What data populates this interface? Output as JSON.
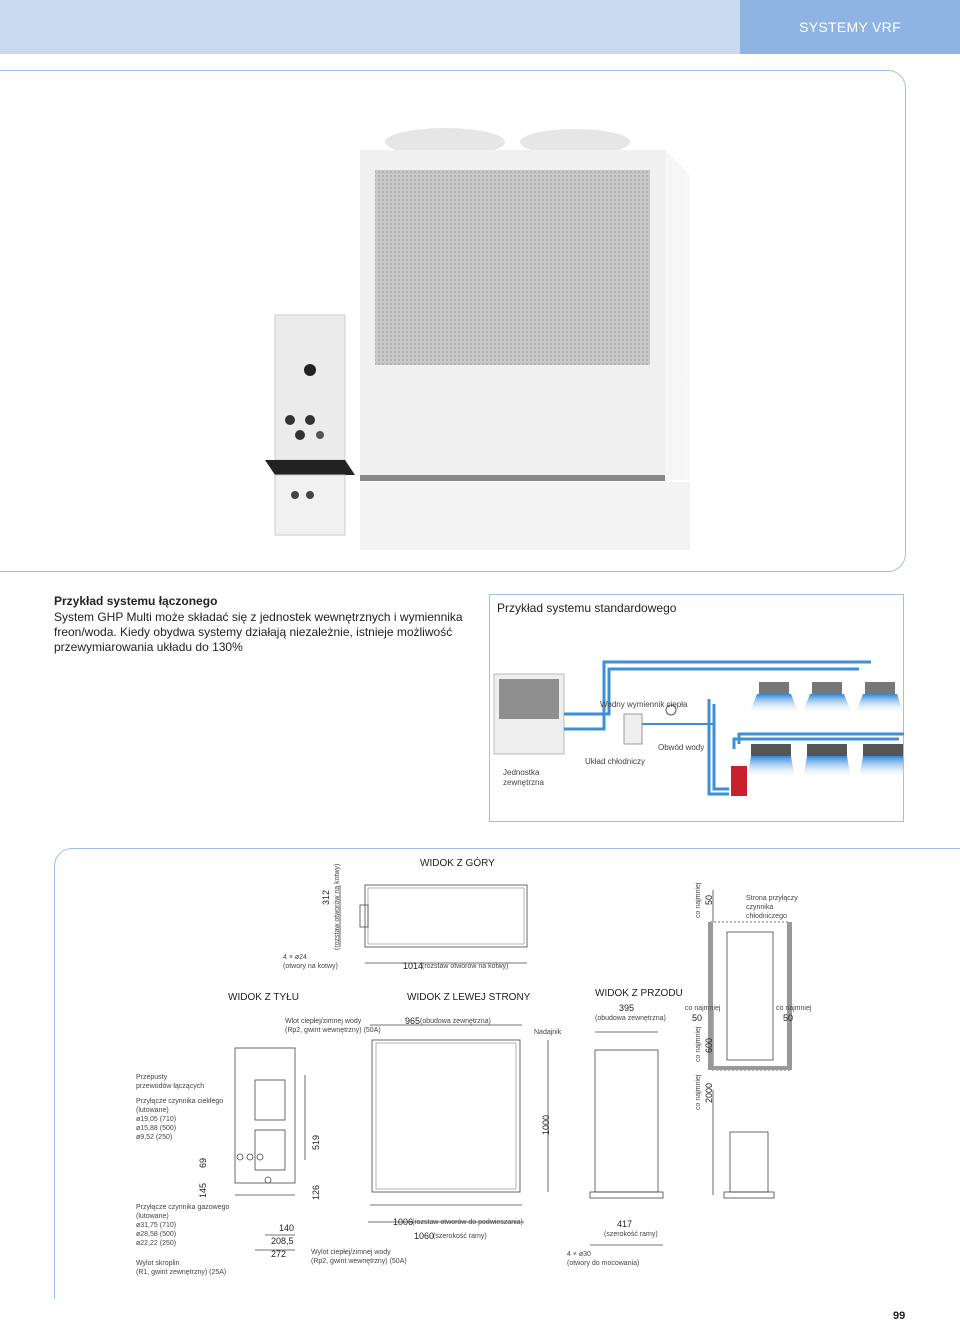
{
  "header": {
    "section_label": "SYSTEMY VRF"
  },
  "intro": {
    "title": "Przykład systemu łączonego",
    "text": "System GHP Multi może składać się z jednostek wewnętrznych i wymiennika freon/woda. Kiedy obydwa systemy działają niezależnie, istnieje możliwość przewymiarowania układu do 130%"
  },
  "standard_system": {
    "title": "Przykład systemu standardowego",
    "labels": {
      "heat_exchanger": "Wodny wymiennik ciepła",
      "outdoor_unit": "Jednostka zewnętrzna",
      "cooling_system": "Układ chłodniczy",
      "water_circuit": "Obwód wody"
    }
  },
  "drawings": {
    "top_view": {
      "title": "WIDOK Z GÓRY",
      "dim_312": "312",
      "dim_312_note": "(rozstaw otworów na kotwy)",
      "anchor_holes": "4 × ø24",
      "anchor_holes_note": "(otwory na kotwy)",
      "dim_1014": "1014",
      "dim_1014_note": "(rozstaw otworów na kotwy)"
    },
    "rear_view": {
      "title": "WIDOK Z TYŁU",
      "inlet": "Wlot ciepłej/zimnej wody",
      "inlet_note": "(Rp2, gwint wewnętrzny) (50A)",
      "passages": "Przepusty",
      "passages_2": "przewodów łączących",
      "liquid_conn": "Przyłącze czynnika ciekłego",
      "liquid_conn_2": "(lutowane)",
      "liquid_d1": "ø19,05 (710)",
      "liquid_d2": "ø15,88 (500)",
      "liquid_d3": "ø9,52 (250)",
      "gas_conn": "Przyłącze czynnika gazowego",
      "gas_conn_2": "(lutowane)",
      "gas_d1": "ø31,75 (710)",
      "gas_d2": "ø28,58 (500)",
      "gas_d3": "ø22,22 (250)",
      "drain": "Wylot skroplin",
      "drain_note": "(R1, gwint zewnętrzny) (25A)",
      "outlet": "Wylot ciepłej/zimnej wody",
      "outlet_note": "(Rp2, gwint wewnętrzny) (50A)",
      "dim_69": "69",
      "dim_145": "145",
      "dim_519": "519",
      "dim_126": "126",
      "dim_140": "140",
      "dim_208": "208,5",
      "dim_272": "272"
    },
    "left_view": {
      "title": "WIDOK Z LEWEJ STRONY",
      "dim_965": "965",
      "dim_965_note": "(obudowa zewnętrzna)",
      "dim_1000": "1000",
      "dim_1006": "1006",
      "dim_1006_note": "(rozstaw otworów do podwieszania)",
      "dim_1060": "1060",
      "dim_1060_note": "(szerokość ramy)",
      "sender": "Nadajnik"
    },
    "front_view": {
      "title": "WIDOK Z PRZODU",
      "dim_395": "395",
      "dim_395_note": "(obudowa zewnętrzna)",
      "dim_417": "417",
      "dim_417_note": "(szerokość ramy)",
      "mount_holes": "4 × ø30",
      "mount_holes_note": "(otwory do mocowania)"
    },
    "clearance": {
      "at_least": "co najmniej",
      "val_50_top": "50",
      "val_50_left": "50",
      "val_50_right": "50",
      "val_600": "600",
      "val_2000": "2000",
      "refrigerant_side_1": "Strona przyłączy",
      "refrigerant_side_2": "czynnika",
      "refrigerant_side_3": "chłodniczego"
    }
  },
  "page": {
    "number": "99"
  },
  "colors": {
    "accent": "#8fb3e3",
    "pipe": "#3f8fd6",
    "frame": "#9cc0ea"
  }
}
